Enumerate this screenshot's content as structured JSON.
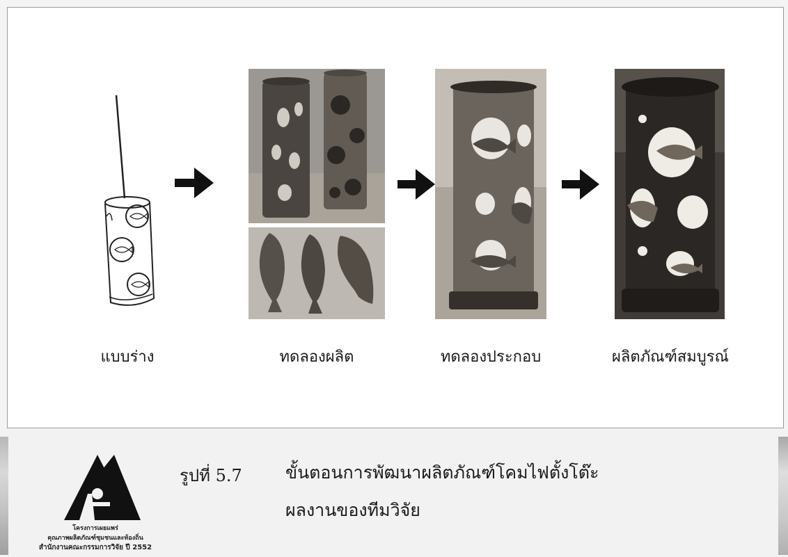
{
  "figure": {
    "stages": [
      {
        "label": "แบบร่าง"
      },
      {
        "label": "ทดลองผลิต"
      },
      {
        "label": "ทดลองประกอบ"
      },
      {
        "label": "ผลิตภัณฑ์สมบูรณ์"
      }
    ]
  },
  "caption": {
    "number": "รูปที่ 5.7",
    "line1": "ขั้นตอนการพัฒนาผลิตภัณฑ์โคมไฟตั้งโต๊ะ",
    "line2": "ผลงานของทีมวิจัย"
  },
  "logo": {
    "line1": "โครงการเผยแพร่",
    "line2": "คุณภาพผลิตภัณฑ์ชุมชนและท้องถิ่น",
    "line3": "สำนักงานคณะกรรมการวิจัย ปี 2552"
  }
}
